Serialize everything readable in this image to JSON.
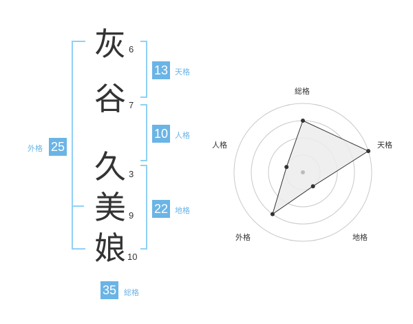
{
  "characters": [
    {
      "char": "灰",
      "strokes": "6"
    },
    {
      "char": "谷",
      "strokes": "7"
    },
    {
      "char": "久",
      "strokes": "3"
    },
    {
      "char": "美",
      "strokes": "9"
    },
    {
      "char": "娘",
      "strokes": "10"
    }
  ],
  "kaku": {
    "tenkaku": {
      "value": "13",
      "label": "天格"
    },
    "jinkaku": {
      "value": "10",
      "label": "人格"
    },
    "chikaku": {
      "value": "22",
      "label": "地格"
    },
    "gaikaku": {
      "value": "25",
      "label": "外格"
    },
    "soukaku": {
      "value": "35",
      "label": "総格"
    }
  },
  "chart_data": {
    "type": "radar",
    "axes": [
      "総格",
      "天格",
      "地格",
      "外格",
      "人格"
    ],
    "values": [
      3,
      4,
      1,
      3,
      1
    ],
    "rmax": 4,
    "rings": 4,
    "colors": {
      "ring": "#c8c8c8",
      "fill": "#ececec",
      "line": "#333333",
      "point": "#333333",
      "center": "#bbbbbb"
    }
  }
}
